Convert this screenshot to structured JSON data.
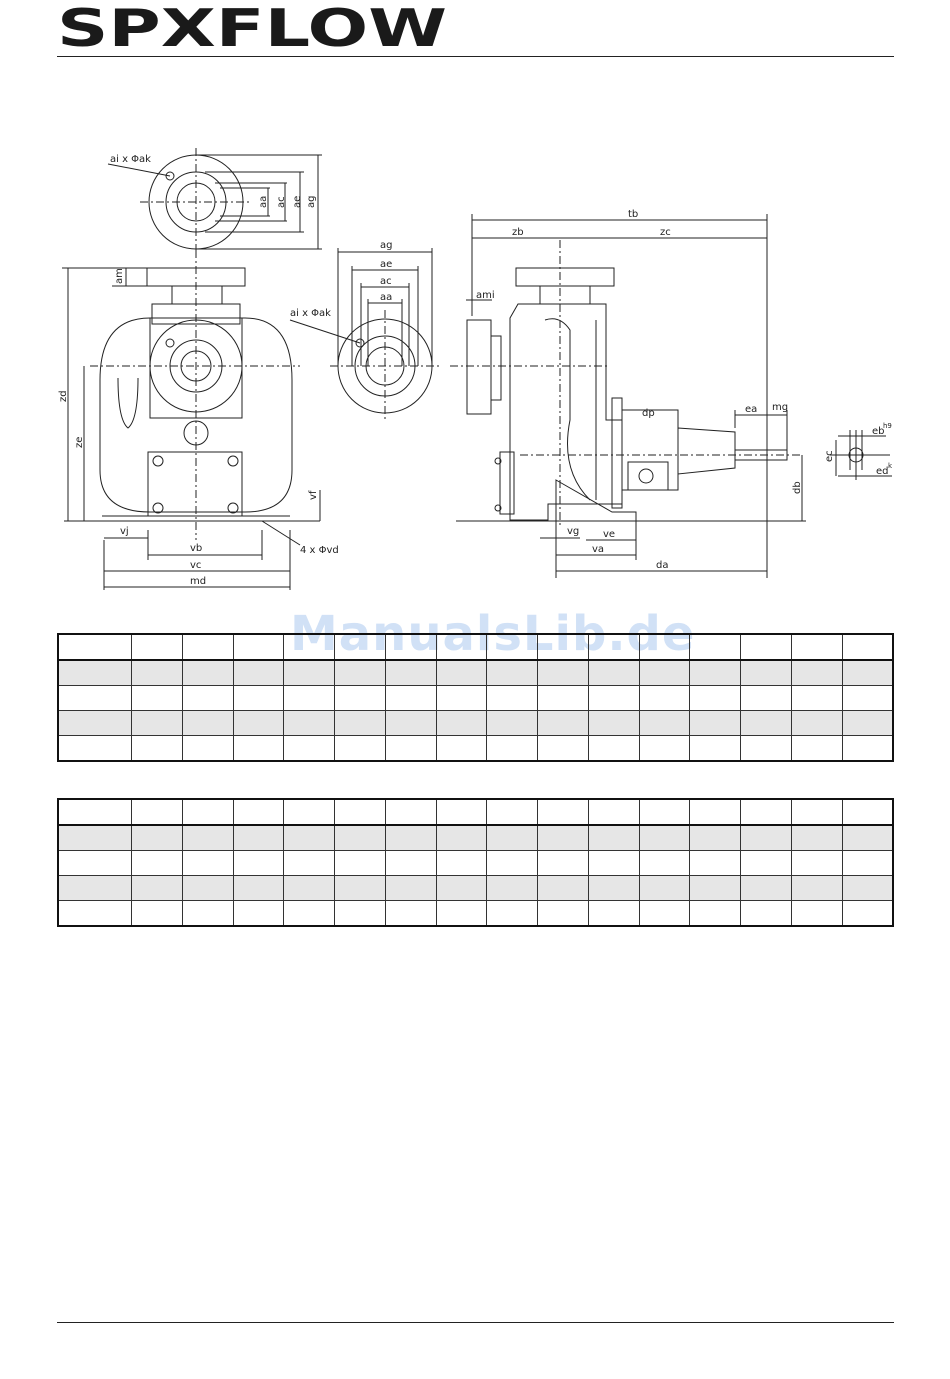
{
  "header": {
    "logo_text": "SPXFLOW"
  },
  "watermark": "ManualsLib.de",
  "drawing": {
    "labels": {
      "flange_holes_top": "ai x Φak",
      "flange_holes_mid": "ai x Φak",
      "aa": "aa",
      "ac": "ac",
      "ae": "ae",
      "ag": "ag",
      "am": "am",
      "zd": "zd",
      "ze": "ze",
      "vj": "vj",
      "vb": "vb",
      "vc": "vc",
      "md": "md",
      "vf": "vf",
      "foot_holes": "4 x Φvd",
      "tb": "tb",
      "zb": "zb",
      "zc": "zc",
      "ami": "ami",
      "ea": "ea",
      "mg": "mg",
      "eb": "eb",
      "eb_tol": "h9",
      "ec": "ec",
      "ed": "ed",
      "ed_tol": "k",
      "db": "db",
      "vg": "vg",
      "ve": "ve",
      "va": "va",
      "da": "da",
      "dp": "dp"
    }
  },
  "table1": {
    "columns": 16,
    "rows": 5
  },
  "table2": {
    "columns": 16,
    "rows": 5
  }
}
